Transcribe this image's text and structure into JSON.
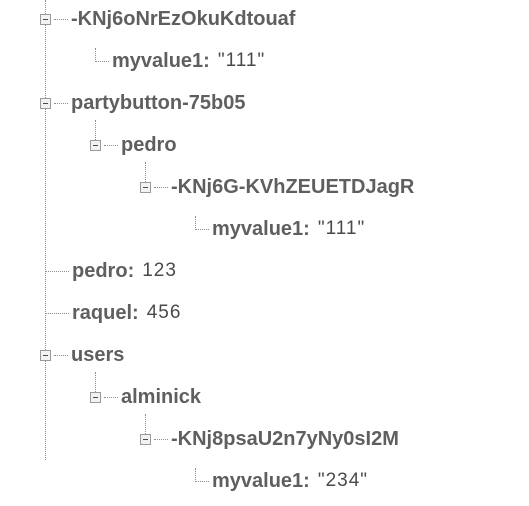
{
  "tree": {
    "root_key": "-KNj6oNrEzOkuKdtouaf",
    "root_child_key": "myvalue1",
    "root_child_value": "\"111\"",
    "party_key": "partybutton-75b05",
    "party_pedro_key": "pedro",
    "party_pedro_push_key": "-KNj6G-KVhZEUETDJagR",
    "party_pedro_push_child_key": "myvalue1",
    "party_pedro_push_child_value": "\"111\"",
    "pedro_key": "pedro",
    "pedro_value": "123",
    "raquel_key": "raquel",
    "raquel_value": "456",
    "users_key": "users",
    "alminick_key": "alminick",
    "alminick_push_key": "-KNj8psaU2n7yNy0sI2M",
    "alminick_push_child_key": "myvalue1",
    "alminick_push_child_value": "\"234\"",
    "separator": ":"
  }
}
